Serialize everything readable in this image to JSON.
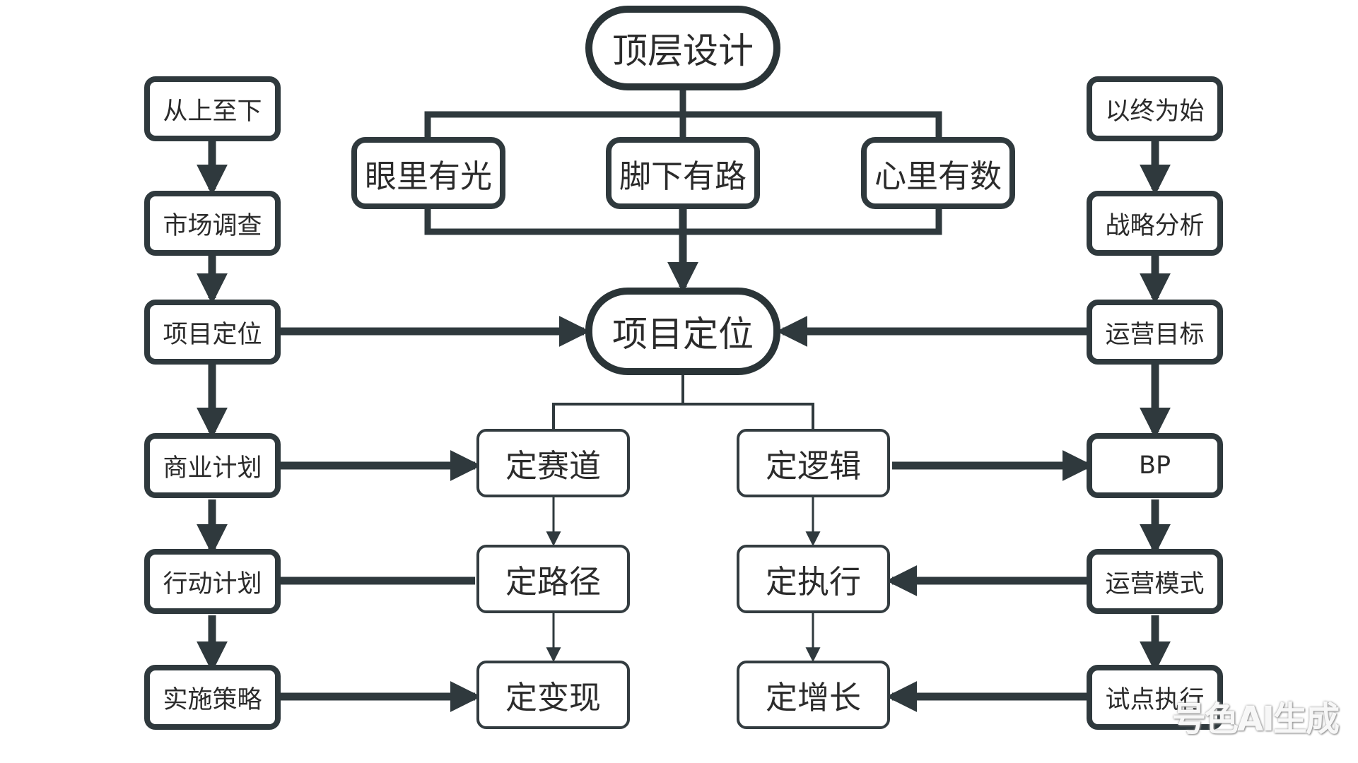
{
  "title": "顶层设计",
  "top_row": [
    "眼里有光",
    "脚下有路",
    "心里有数"
  ],
  "center": "项目定位",
  "left_column": [
    "从上至下",
    "市场调查",
    "项目定位",
    "商业计划",
    "行动计划",
    "实施策略"
  ],
  "right_column": [
    "以终为始",
    "战略分析",
    "运营目标",
    "BP",
    "运营模式",
    "试点执行"
  ],
  "middle_left": [
    "定赛道",
    "定路径",
    "定变现"
  ],
  "middle_right": [
    "定逻辑",
    "定执行",
    "定增长"
  ],
  "watermark": "号色AI生成",
  "colors": {
    "stroke": "#2f393d",
    "background": "#ffffff"
  }
}
